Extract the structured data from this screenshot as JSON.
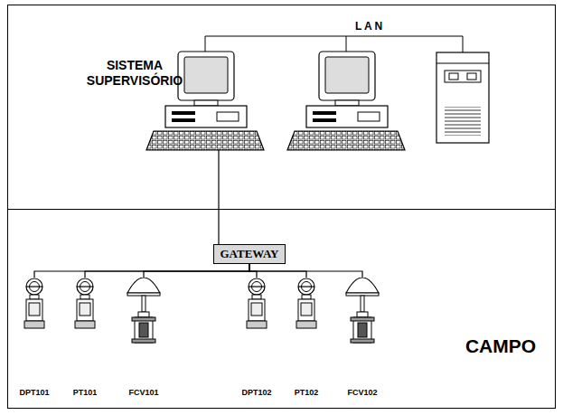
{
  "diagram": {
    "nodes": [
      {
        "text": [
          "SISTEMA SUPERVISÓRIO"
        ]
      },
      {
        "text": [
          "CAMPO"
        ]
      },
      {
        "text": [
          "GATEWAY"
        ],
        "in": 1
      },
      {
        "text": [
          "DPT101"
        ],
        "in": 1
      },
      {
        "text": [
          "PT101"
        ],
        "in": 1
      },
      {
        "text": [
          "FCV101"
        ],
        "in": 1
      },
      {
        "text": [
          "DPT102"
        ],
        "in": 1
      },
      {
        "text": [
          "PT102"
        ],
        "in": 1
      },
      {
        "text": [
          "FCV102"
        ],
        "in": 1
      }
    ],
    "edges": [
      {
        "from": 2,
        "to": 3,
        "arrow": "none"
      },
      {
        "from": 2,
        "to": 4,
        "arrow": "none"
      },
      {
        "from": 2,
        "to": 5,
        "arrow": "none"
      },
      {
        "from": 2,
        "to": 6,
        "arrow": "none"
      },
      {
        "from": 2,
        "to": 7,
        "arrow": "none"
      },
      {
        "from": 2,
        "to": 8,
        "arrow": "none"
      }
    ],
    "labels": [
      "L A N"
    ]
  }
}
